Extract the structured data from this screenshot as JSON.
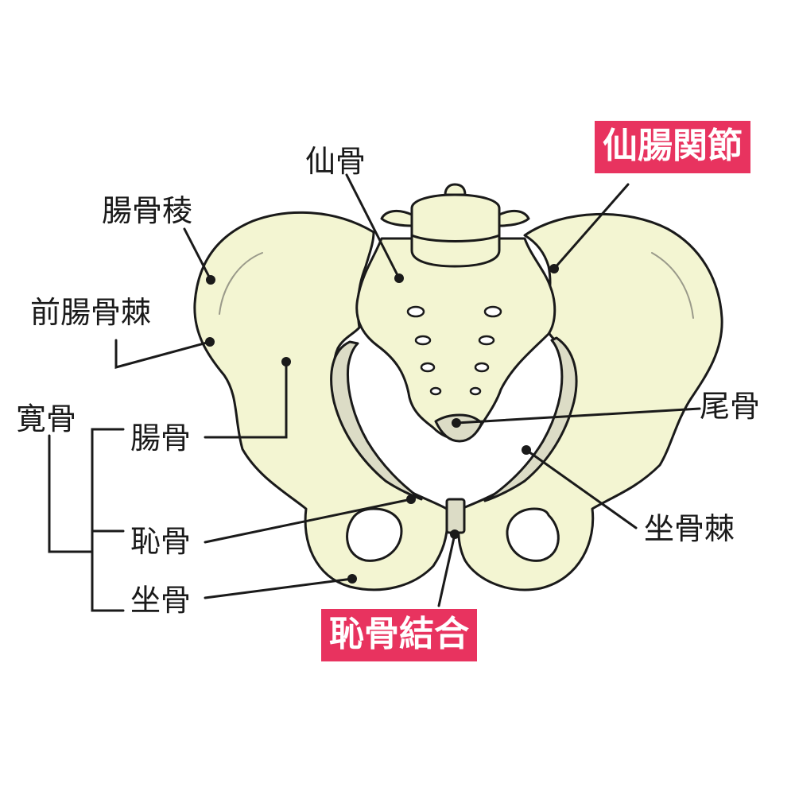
{
  "colors": {
    "bone": "#f3f5d2",
    "bone_shade": "#dcdcc6",
    "outline": "#1a1a1a",
    "highlight": "#e8335f",
    "highlight_text": "#ffffff"
  },
  "labels": {
    "sacrum": "仙骨",
    "sacroiliac_joint": "仙腸関節",
    "iliac_crest": "腸骨稜",
    "anterior_iliac_spine": "前腸骨棘",
    "hip_bone": "寛骨",
    "ilium": "腸骨",
    "coccyx": "尾骨",
    "pubis": "恥骨",
    "ischial_spine": "坐骨棘",
    "ischium": "坐骨",
    "pubic_symphysis": "恥骨結合"
  }
}
